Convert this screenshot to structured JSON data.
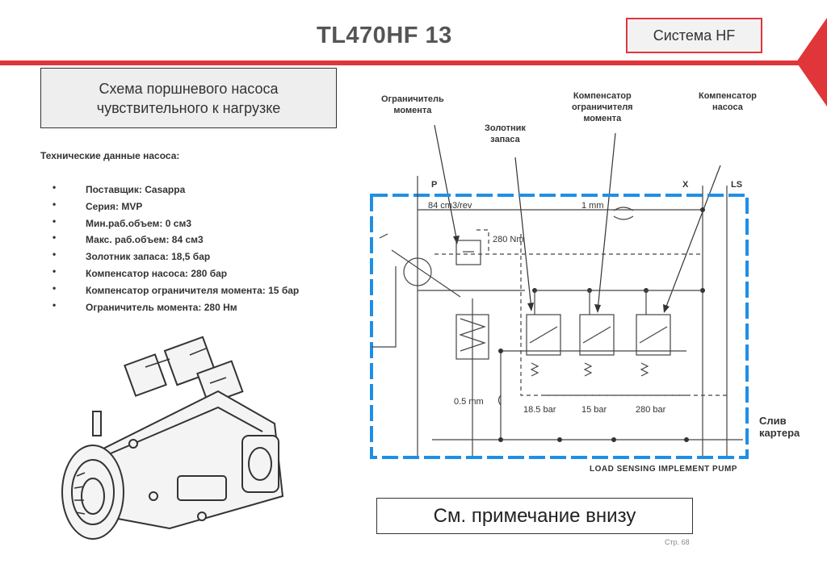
{
  "header": {
    "title": "TL470HF  13",
    "system_label": "Система HF"
  },
  "schema_title": {
    "line1": "Схема поршневого насоса",
    "line2": "чувствительного к нагрузке"
  },
  "specs": {
    "title": "Технические данные насоса:",
    "items": [
      "Поставщик: Casappa",
      "Серия: MVP",
      "Мин.раб.объем: 0 см3",
      "Макс. раб.объем: 84 см3",
      "Золотник запаса: 18,5 бар",
      "Компенсатор насоса: 280 бар",
      "Компенсатор ограничителя момента: 15 бар",
      "Ограничитель момента: 280 Нм"
    ]
  },
  "annotations": {
    "torque_limiter": [
      "Ограничитель",
      "момента"
    ],
    "reserve_spool": [
      "Золотник",
      "запаса"
    ],
    "limiter_compensator": [
      "Компенсатор",
      "ограничителя",
      "момента"
    ],
    "pump_compensator": [
      "Компенсатор",
      "насоса"
    ],
    "drain": [
      "Слив",
      "картера"
    ]
  },
  "diagram": {
    "label_p": "P",
    "label_x": "X",
    "label_ls": "LS",
    "displacement": "84 cm3/rev",
    "orifice_1mm": "1 mm",
    "torque": "280 Nm",
    "orifice_05mm": "0.5 mm",
    "setting_1": "18.5 bar",
    "setting_2": "15 bar",
    "setting_3": "280 bar",
    "caption": "LOAD SENSING IMPLEMENT PUMP",
    "border_color": "#1f8fe6"
  },
  "note": "См. примечание внизу",
  "page_number": "Стр. 68"
}
